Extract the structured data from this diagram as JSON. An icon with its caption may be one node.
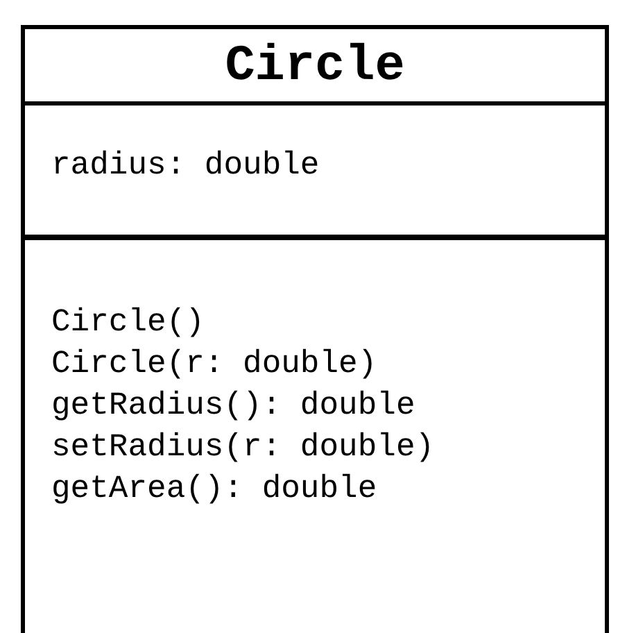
{
  "diagram": {
    "nodes": [
      {
        "text": [
          "Circle",
          "radius: double",
          "Circle()",
          "Circle(r: double)",
          "getRadius(): double",
          "setRadius(r: double)",
          "getArea(): double"
        ]
      }
    ]
  }
}
